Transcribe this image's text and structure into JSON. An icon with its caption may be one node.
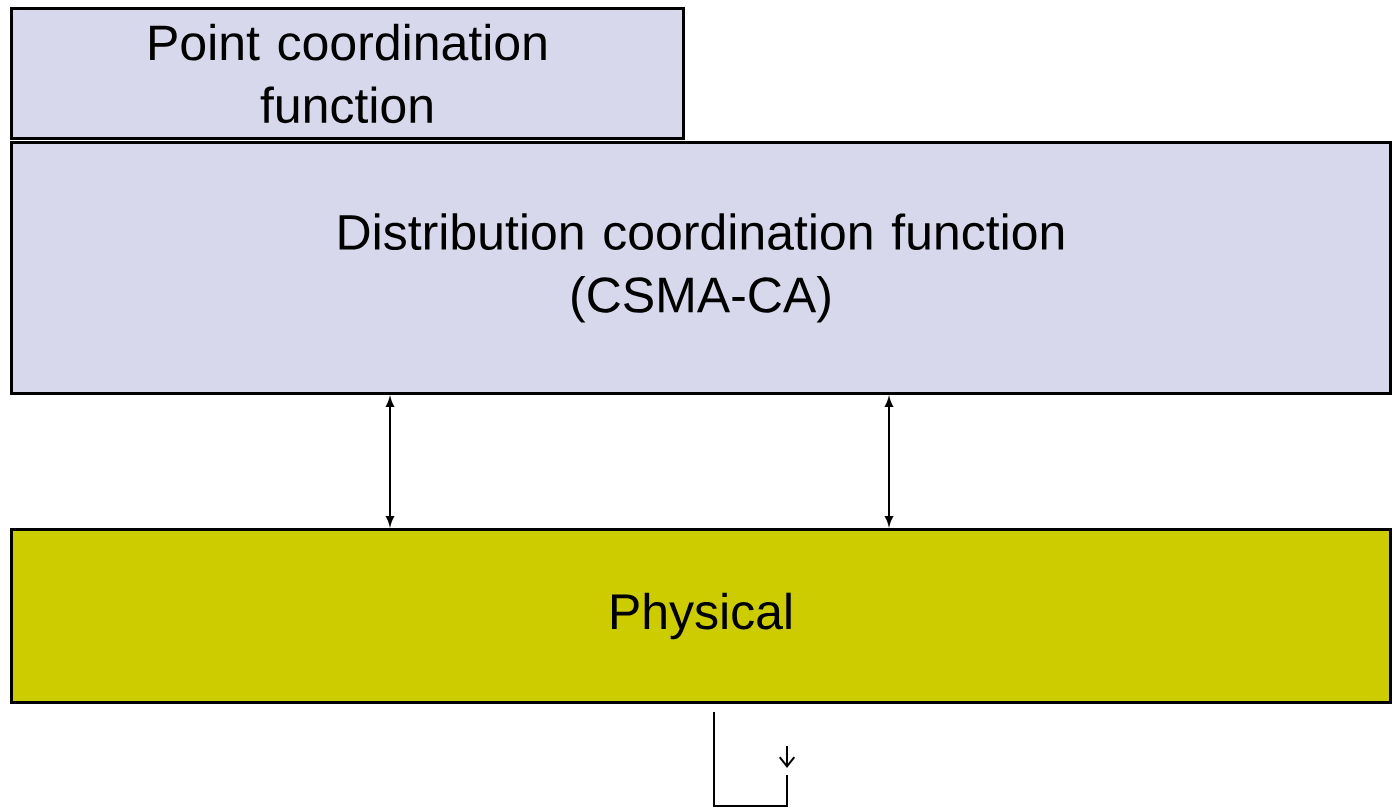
{
  "diagram": {
    "nodes": [
      {
        "text": [
          "Point coordination function"
        ]
      },
      {
        "text": [
          "Distribution coordination function",
          "(CSMA-CA)"
        ]
      },
      {
        "text": [
          "Physical"
        ]
      }
    ],
    "edges": [
      {
        "from": 1,
        "to": 2,
        "arrow": "both"
      },
      {
        "from": 1,
        "to": 2,
        "arrow": "both"
      },
      {
        "from": 2,
        "to": null,
        "arrow": "none"
      }
    ]
  }
}
